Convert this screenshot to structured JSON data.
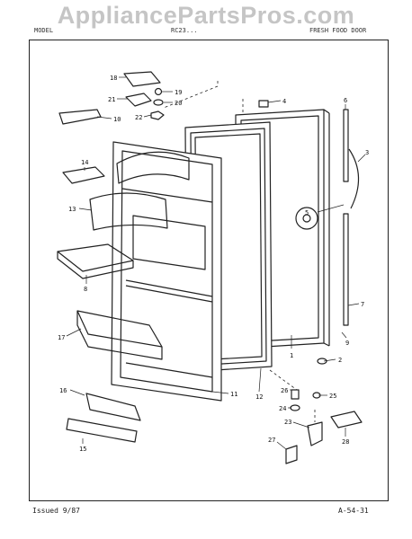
{
  "watermark": "AppliancePartsPros.com",
  "header": {
    "left": "MODEL",
    "center": "RC23...",
    "right": "FRESH FOOD DOOR"
  },
  "part_labels": [
    "1",
    "2",
    "3",
    "4",
    "5",
    "6",
    "7",
    "8",
    "9",
    "10",
    "11",
    "12",
    "13",
    "14",
    "15",
    "16",
    "17",
    "18",
    "19",
    "20",
    "21",
    "22",
    "23",
    "24",
    "25",
    "26",
    "27",
    "28"
  ],
  "footer": {
    "issued": "Issued 9/87",
    "code": "A-54-31"
  },
  "colors": {
    "line": "#222222",
    "watermark": "#969696"
  }
}
